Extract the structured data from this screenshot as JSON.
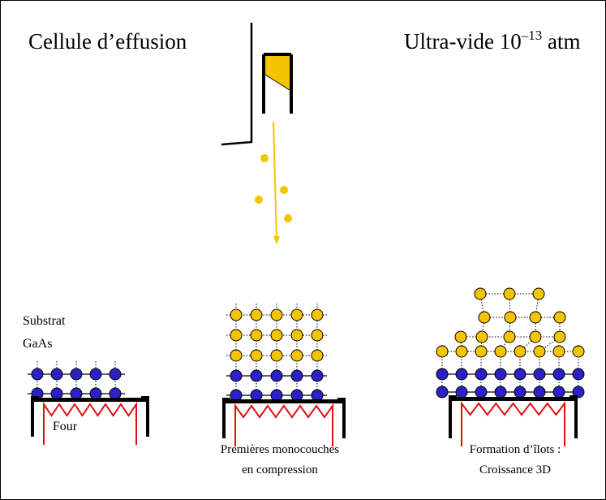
{
  "title_left": "Cellule d’effusion",
  "title_right_prefix": "Ultra-vide 10",
  "title_right_exponent": "–13",
  "title_right_suffix": " atm",
  "substrate_label_line1": "Substrat",
  "substrate_label_line2": "GaAs",
  "oven_label": "Four",
  "stage2_caption_line1": "Premières monocouches",
  "stage2_caption_line2": "en compression",
  "stage3_caption_line1": "Formation d’îlots :",
  "stage3_caption_line2": "Croissance 3D",
  "colors": {
    "substrate_atom": "#2b21c8",
    "deposit_atom": "#f5c400",
    "heater": "#e01010",
    "outline": "#000000"
  }
}
